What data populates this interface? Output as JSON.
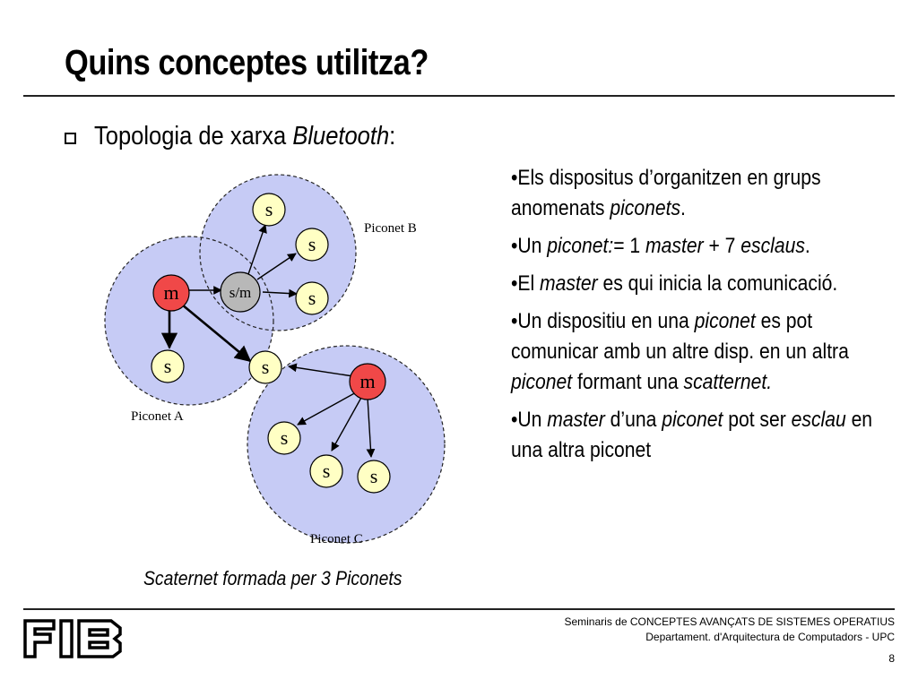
{
  "slide": {
    "title": "Quins conceptes utilitza?",
    "main_bullet": {
      "prefix": "Topologia de xarxa ",
      "italic": "Bluetooth",
      "suffix": ":"
    },
    "notes": [
      [
        {
          "t": "•Els dispositus d’organitzen en grups anomenats ",
          "i": false
        },
        {
          "t": "piconets",
          "i": true
        },
        {
          "t": ".",
          "i": false
        }
      ],
      [
        {
          "t": "•Un ",
          "i": false
        },
        {
          "t": "piconet:",
          "i": true
        },
        {
          "t": "= 1 ",
          "i": false
        },
        {
          "t": "master",
          "i": true
        },
        {
          "t": " + 7 ",
          "i": false
        },
        {
          "t": "esclaus",
          "i": true
        },
        {
          "t": ".",
          "i": false
        }
      ],
      [
        {
          "t": "•El ",
          "i": false
        },
        {
          "t": "master",
          "i": true
        },
        {
          "t": " es qui inicia la comunicació.",
          "i": false
        }
      ],
      [
        {
          "t": "•Un dispositiu en una ",
          "i": false
        },
        {
          "t": "piconet",
          "i": true
        },
        {
          "t": " es pot comunicar amb un altre disp. en un altra ",
          "i": false
        },
        {
          "t": "piconet",
          "i": true
        },
        {
          "t": " formant una ",
          "i": false
        },
        {
          "t": "scatternet.",
          "i": true
        }
      ],
      [
        {
          "t": "•Un ",
          "i": false
        },
        {
          "t": "master",
          "i": true
        },
        {
          "t": " d’una ",
          "i": false
        },
        {
          "t": "piconet",
          "i": true
        },
        {
          "t": " pot ser ",
          "i": false
        },
        {
          "t": "esclau",
          "i": true
        },
        {
          "t": "  en una altra piconet",
          "i": false
        }
      ]
    ],
    "caption": "Scaternet formada per 3 Piconets",
    "page_number": "8"
  },
  "diagram": {
    "piconet_labels": {
      "a": "Piconet A",
      "b": "Piconet B",
      "c": "Piconet C"
    },
    "node_labels": {
      "master": "m",
      "slave": "s",
      "bridge": "s/m"
    },
    "colors": {
      "piconet_fill": "#c6cbf5",
      "master": "#f04848",
      "slave": "#ffffc4",
      "bridge": "#b8b8b8"
    }
  },
  "footer": {
    "logo_text": "FIB",
    "line1": "Seminaris de CONCEPTES AVANÇATS DE SISTEMES OPERATIUS",
    "line2": "Departament.  d'Arquitectura de Computadors - UPC"
  }
}
